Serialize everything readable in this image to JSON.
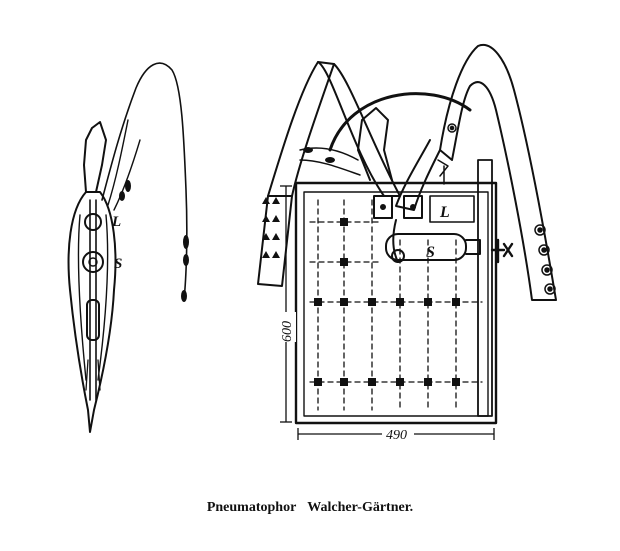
{
  "labels": {
    "l_left": "L",
    "s_left": "S",
    "l_right": "L",
    "s_right": "S",
    "height": "600",
    "width": "490"
  },
  "caption": "Pneumatophor Walcher-Gärtner."
}
